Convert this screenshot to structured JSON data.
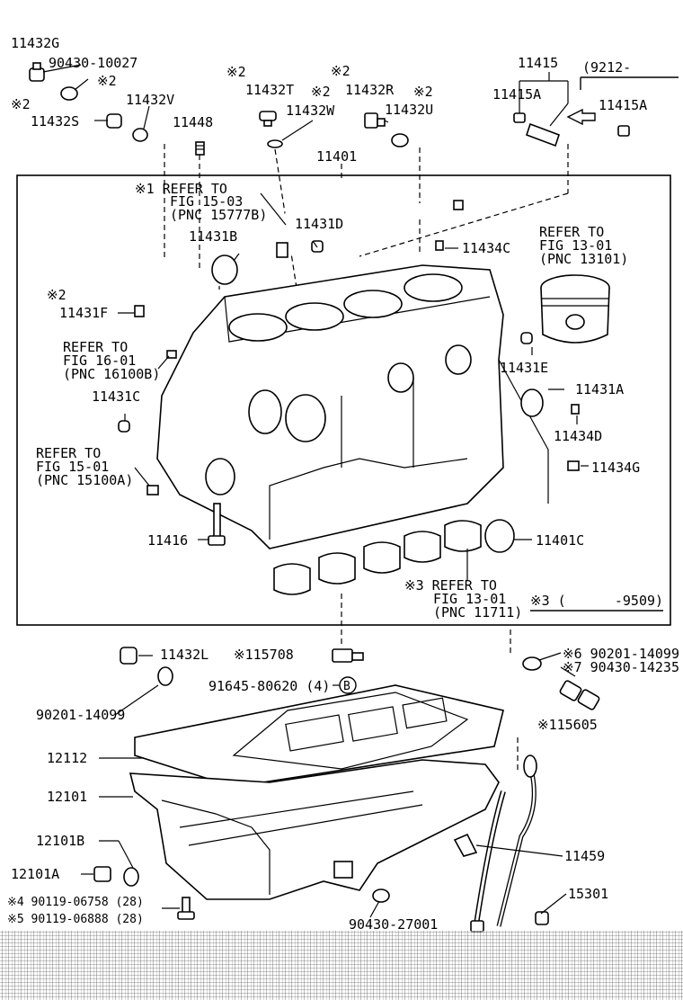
{
  "labels": {
    "l11432G": "11432G",
    "l90430_10027": "90430-10027",
    "l2a": "※2",
    "l11432V": "11432V",
    "l2b": "※2",
    "l11432S": "11432S",
    "l11448": "11448",
    "l2c": "※2",
    "l11432T": "11432T",
    "l2d": "※2",
    "l11432W": "11432W",
    "l2e": "※2",
    "l11432R": "11432R",
    "l2f": "※2",
    "l11432U": "11432U",
    "l11415": "11415",
    "l9212": "(9212-",
    "l11415A_1": "11415A",
    "l11415A_2": "11415A",
    "l11401": "11401",
    "l1_ref_fig15_03": "※1 REFER TO",
    "lfig15_03": "FIG 15-03",
    "lpnc15777B": "(PNC 15777B)",
    "l11431D": "11431D",
    "l11431B": "11431B",
    "l11434C": "11434C",
    "lref13_01a": "REFER TO",
    "lfig13_01a": "FIG 13-01",
    "lpnc13101": "(PNC 13101)",
    "l2g": "※2",
    "l11431F": "11431F",
    "lref16_01": "REFER TO",
    "lfig16_01": "FIG 16-01",
    "lpnc16100B": "(PNC 16100B)",
    "l11431E": "11431E",
    "l11431C": "11431C",
    "l11431A": "11431A",
    "l11434D": "11434D",
    "lref15_01": "REFER TO",
    "lfig15_01": "FIG 15-01",
    "lpnc15100A": "(PNC 15100A)",
    "l11434G": "11434G",
    "l11416": "11416",
    "l11401C": "11401C",
    "l3_ref13_01": "※3 REFER TO",
    "lfig13_01b": "FIG 13-01",
    "lpnc11711": "(PNC 11711)",
    "l3_9509": "※3 (      -9509)",
    "l11432L": "11432L",
    "l115708": "※115708",
    "l91645": "91645-80620 (4)",
    "lB": "B",
    "l6_90201": "※6 90201-14099",
    "l7_90430": "※7 90430-14235",
    "l115605": "※115605",
    "l90201_14099": "90201-14099",
    "l12112": "12112",
    "l12101": "12101",
    "l12101B": "12101B",
    "l11459": "11459",
    "l12101A": "12101A",
    "l15301": "15301",
    "l4_90119": "※4 90119-06758 (28)",
    "l5_90119": "※5 90119-06888 (28)",
    "l90430_27001": "90430-27001"
  }
}
